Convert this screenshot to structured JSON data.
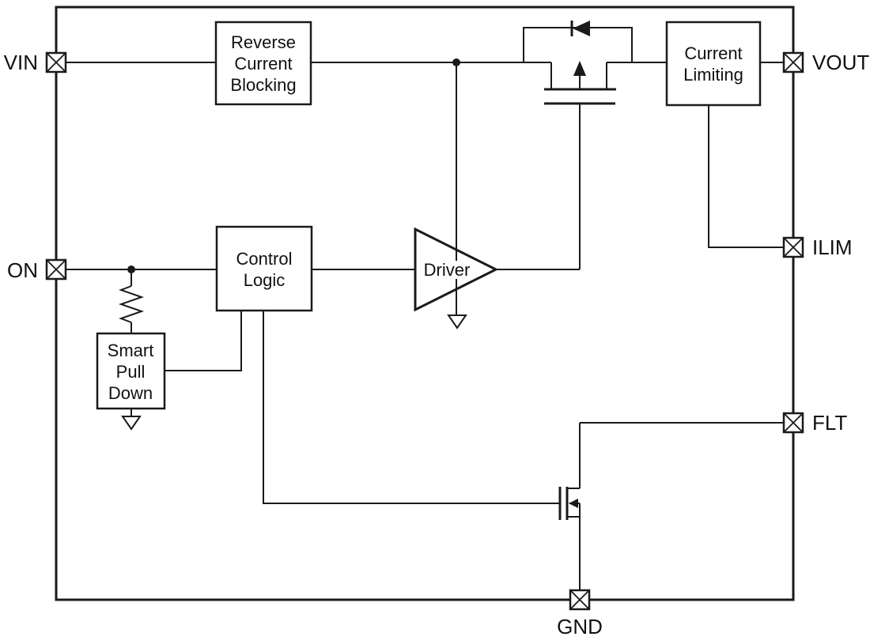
{
  "colors": {
    "line": "#1a1a1a",
    "text": "#111111",
    "background": "#ffffff"
  },
  "pins": {
    "vin": "VIN",
    "on": "ON",
    "vout": "VOUT",
    "ilim": "ILIM",
    "flt": "FLT",
    "gnd": "GND"
  },
  "blocks": {
    "reverse_current_blocking": [
      "Reverse",
      "Current",
      "Blocking"
    ],
    "control_logic": [
      "Control",
      "Logic"
    ],
    "smart_pull_down": [
      "Smart",
      "Pull",
      "Down"
    ],
    "current_limiting": [
      "Current",
      "Limiting"
    ],
    "driver": [
      "Driver"
    ]
  }
}
